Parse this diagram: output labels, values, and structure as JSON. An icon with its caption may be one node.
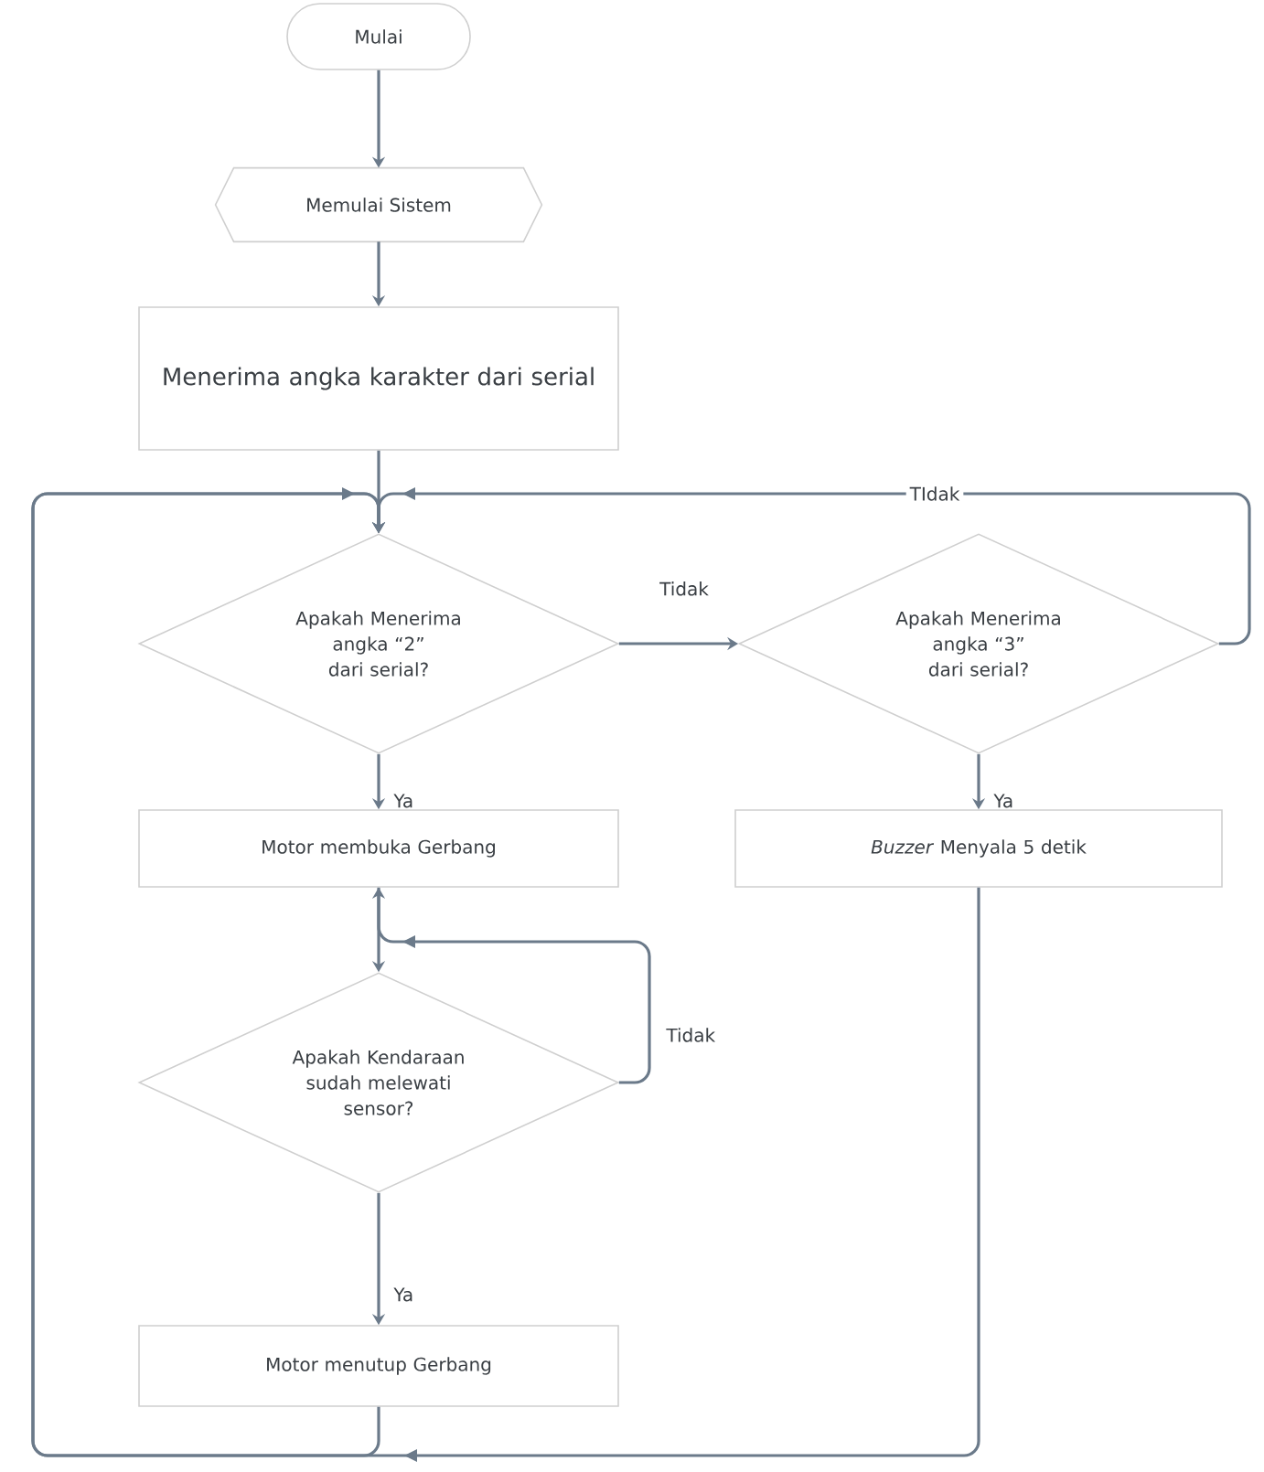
{
  "diagram": {
    "nodes": [
      {
        "text": [
          "Mulai"
        ]
      },
      {
        "text": [
          "Memulai Sistem"
        ]
      },
      {
        "text": [
          "Menerima angka karakter dari serial"
        ]
      },
      {
        "text": [
          "Apakah Menerima angka “2” dari serial?"
        ]
      },
      {
        "text": [
          "Apakah Menerima angka “3” dari serial?"
        ]
      },
      {
        "text": [
          "Motor membuka Gerbang"
        ]
      },
      {
        "text": [
          "*Buzzer* Menyala 5 detik"
        ]
      },
      {
        "text": [
          "Apakah Kendaraan sudah melewati sensor?"
        ]
      },
      {
        "text": [
          "Motor menutup Gerbang"
        ]
      }
    ],
    "edges": [
      {
        "from": 0,
        "to": 1,
        "arrow": "to"
      },
      {
        "from": 1,
        "to": 2,
        "arrow": "to"
      },
      {
        "from": 2,
        "to": 3,
        "arrow": "to"
      },
      {
        "from": 3,
        "to": 4,
        "arrow": "to",
        "label": "Tidak"
      },
      {
        "from": 3,
        "to": 5,
        "arrow": "to",
        "label": "Ya"
      },
      {
        "from": 4,
        "to": 3,
        "arrow": "to",
        "label": "TIdak"
      },
      {
        "from": 4,
        "to": 6,
        "arrow": "to",
        "label": "Ya"
      },
      {
        "from": 5,
        "to": 7,
        "arrow": "to"
      },
      {
        "from": 7,
        "to": 5,
        "arrow": "to",
        "label": "Tidak"
      },
      {
        "from": 7,
        "to": 8,
        "arrow": "to",
        "label": "Ya"
      },
      {
        "from": 8,
        "to": 3,
        "arrow": "to"
      },
      {
        "from": 6,
        "to": 3,
        "arrow": "to"
      }
    ]
  }
}
